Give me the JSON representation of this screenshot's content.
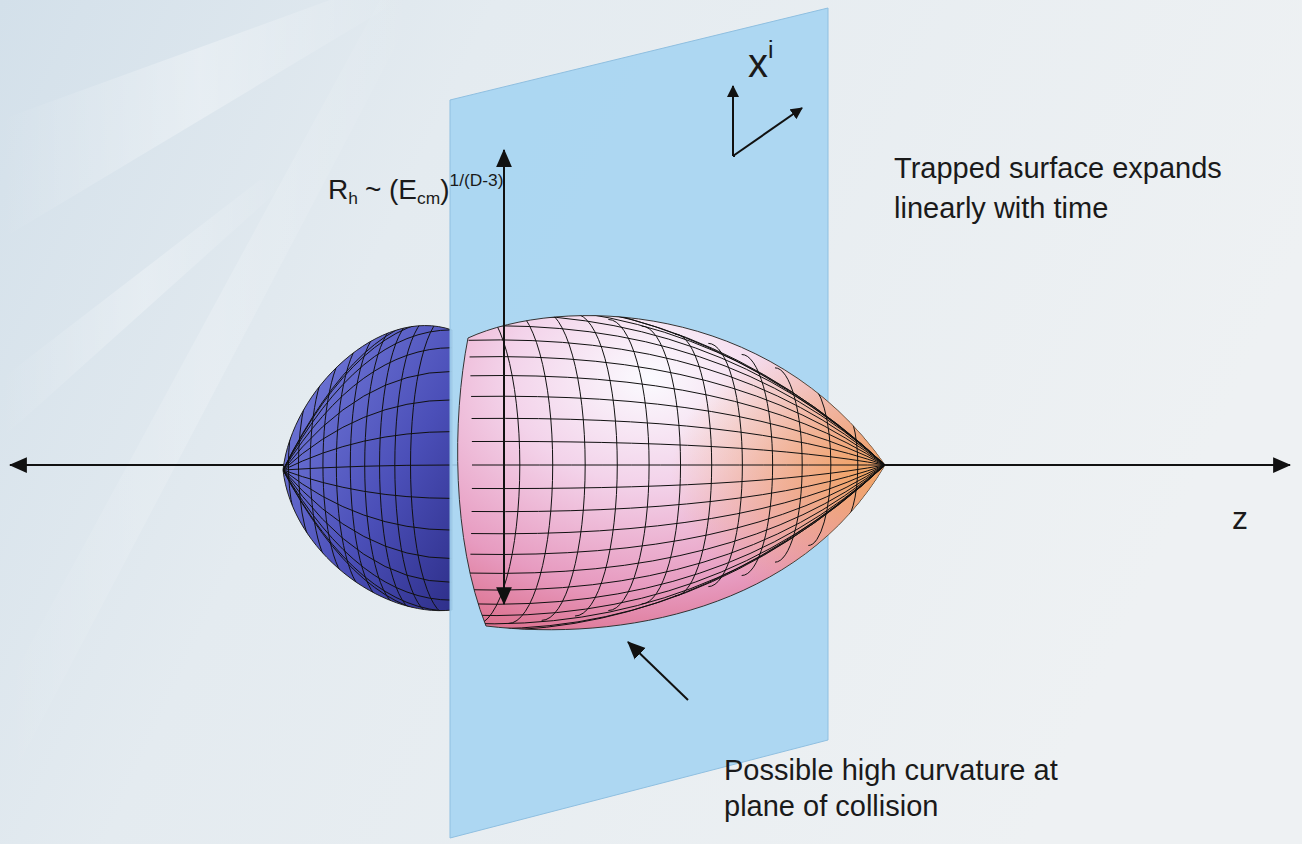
{
  "diagram": {
    "labels": [
      "x",
      "i",
      "R",
      "h",
      "~ (E",
      "cm",
      ")",
      "1/(D-3)",
      "Trapped surface expands linearly with time",
      "Possible high curvature at plane of collision",
      "z"
    ]
  }
}
